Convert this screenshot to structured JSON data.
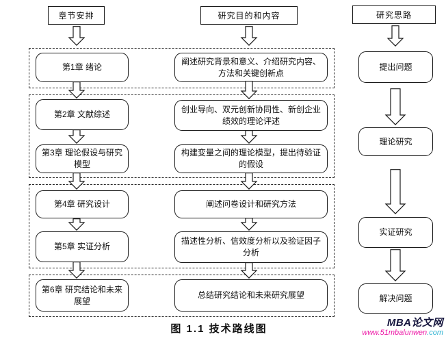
{
  "figure": {
    "caption": "图 1.1 技术路线图"
  },
  "columns": {
    "chapters_header": "章节安排",
    "content_header": "研究目的和内容",
    "approach_header": "研究思路"
  },
  "chapters": [
    "第1章 绪论",
    "第2章 文献综述",
    "第3章 理论假设与研究模型",
    "第4章 研究设计",
    "第5章 实证分析",
    "第6章 研究结论和未来展望"
  ],
  "contents": [
    "阐述研究背景和意义、介绍研究内容、方法和关键创新点",
    "创业导向、双元创新协同性、新创企业绩效的理论评述",
    "构建变量之间的理论模型，提出待验证的假设",
    "阐述问卷设计和研究方法",
    "描述性分析、信效度分析以及验证因子分析",
    "总结研究结论和未来研究展望"
  ],
  "approach_steps": [
    "提出问题",
    "理论研究",
    "实证研究",
    "解决问题"
  ],
  "watermark": {
    "site_name": "MBA论文网",
    "url_prefix": "www.51mbalunwen",
    "url_suffix": ".com",
    "site_color": "#16163e",
    "url_color": "#ed18a6",
    "url_suffix_color": "#2fb3d2"
  },
  "icons": {
    "flow_arrow": "down-block-arrow"
  },
  "colors": {
    "line": "#1a1a1a",
    "background": "#ffffff"
  }
}
